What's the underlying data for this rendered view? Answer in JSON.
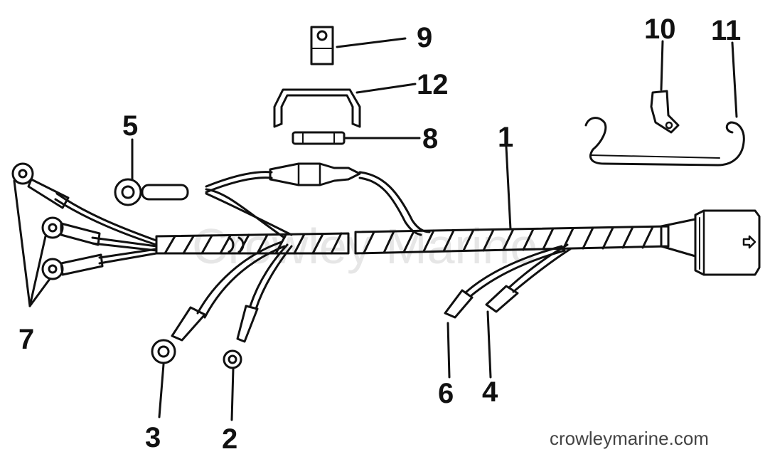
{
  "callouts": {
    "c1": "1",
    "c2": "2",
    "c3": "3",
    "c4": "4",
    "c5": "5",
    "c6": "6",
    "c7": "7",
    "c8": "8",
    "c9": "9",
    "c10": "10",
    "c11": "11",
    "c12": "12"
  },
  "watermark": "crowleymarine.com",
  "ghost_watermark": "Crowley Marine"
}
